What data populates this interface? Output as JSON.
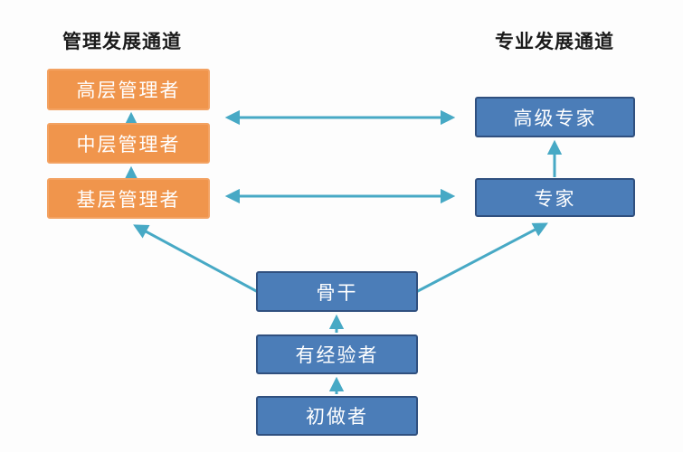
{
  "diagram": {
    "left_channel": {
      "title": "管理发展通道",
      "boxes": [
        {
          "label": "高层管理者"
        },
        {
          "label": "中层管理者"
        },
        {
          "label": "基层管理者"
        }
      ]
    },
    "right_channel": {
      "title": "专业发展通道",
      "boxes": [
        {
          "label": "高级专家"
        },
        {
          "label": "专家"
        }
      ]
    },
    "center_path": {
      "boxes": [
        {
          "label": "骨干"
        },
        {
          "label": "有经验者"
        },
        {
          "label": "初做者"
        }
      ]
    },
    "connectors": [
      "up-arrow-middle-to-senior-manager",
      "up-arrow-frontline-to-middle-manager",
      "up-arrow-expert-to-senior-expert",
      "up-arrow-experienced-to-backbone",
      "up-arrow-beginner-to-experienced",
      "double-arrow-senior-manager-senior-expert",
      "double-arrow-frontline-manager-expert",
      "diagonal-arrow-backbone-to-frontline-manager",
      "diagonal-arrow-backbone-to-expert"
    ]
  },
  "colors": {
    "background": "#fdfdfd",
    "management_fill": "#F0954C",
    "management_border": "#F3A262",
    "professional_fill": "#4B7DB8",
    "professional_border": "#30507F",
    "arrow": "#47A9C5",
    "title_text": "#1b1b1b",
    "box_text": "#ffffff"
  }
}
